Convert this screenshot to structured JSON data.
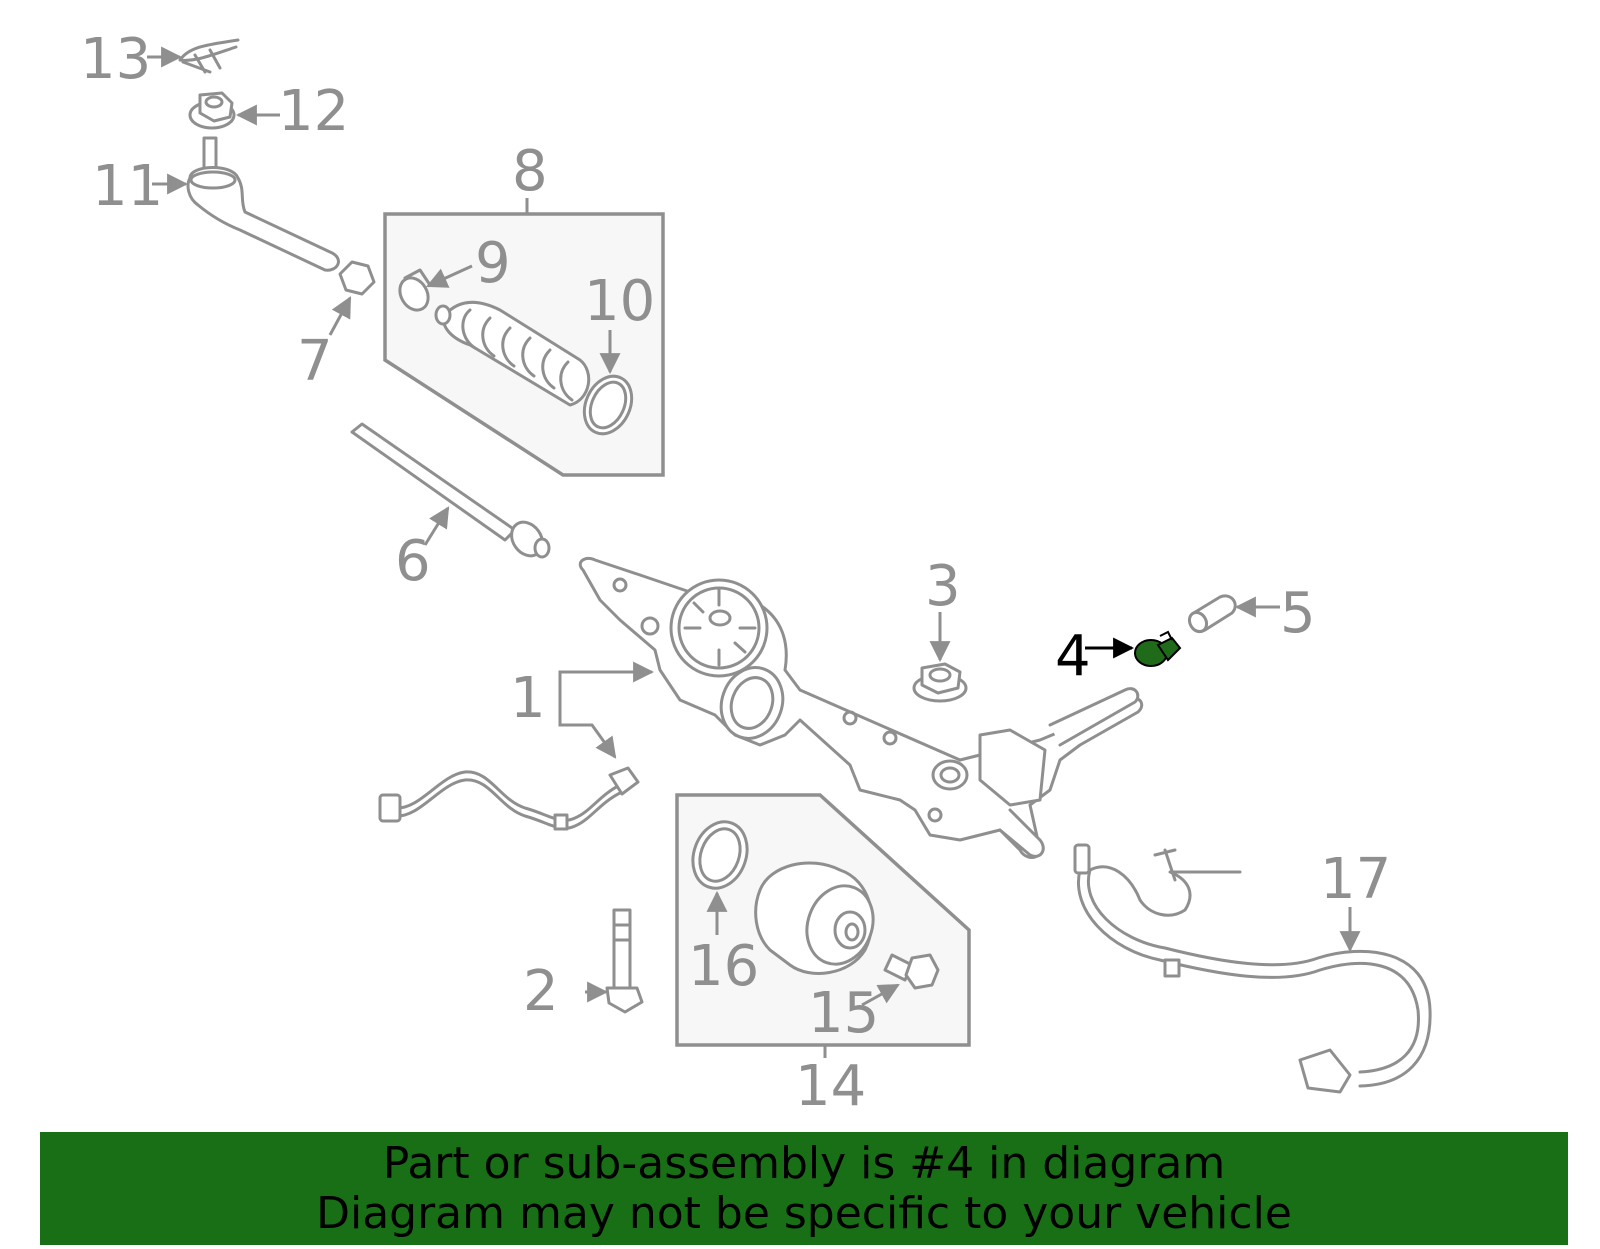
{
  "callouts": {
    "c1": "1",
    "c2": "2",
    "c3": "3",
    "c4": "4",
    "c5": "5",
    "c6": "6",
    "c7": "7",
    "c8": "8",
    "c9": "9",
    "c10": "10",
    "c11": "11",
    "c12": "12",
    "c13": "13",
    "c14": "14",
    "c15": "15",
    "c16": "16",
    "c17": "17"
  },
  "highlight": {
    "part_number": "4",
    "color": "#196f16"
  },
  "banner": {
    "line1": "Part or sub-assembly is #4 in diagram",
    "line2": "Diagram may not be specific to your vehicle",
    "background": "#196f16"
  }
}
